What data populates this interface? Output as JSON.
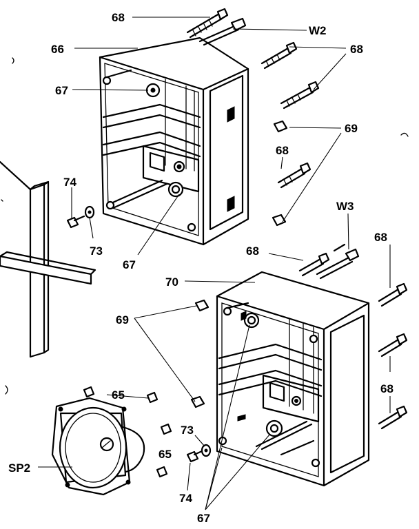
{
  "callouts": {
    "c68_top": "68",
    "cW2": "W2",
    "c66": "66",
    "c68_right_a": "68",
    "c67_upper": "67",
    "c69_upper": "69",
    "c68_mid": "68",
    "c74_left": "74",
    "c73_left": "73",
    "c67_lower_left": "67",
    "cW3": "W3",
    "c68_w3": "68",
    "c68_far_right_top": "68",
    "c70": "70",
    "c69_lower": "69",
    "c65": "65",
    "c68_far_right_bottom": "68",
    "cSP2": "SP2",
    "c65_side": "65",
    "c73_bottom": "73",
    "c74_bottom": "74",
    "c67_bottom": "67"
  }
}
